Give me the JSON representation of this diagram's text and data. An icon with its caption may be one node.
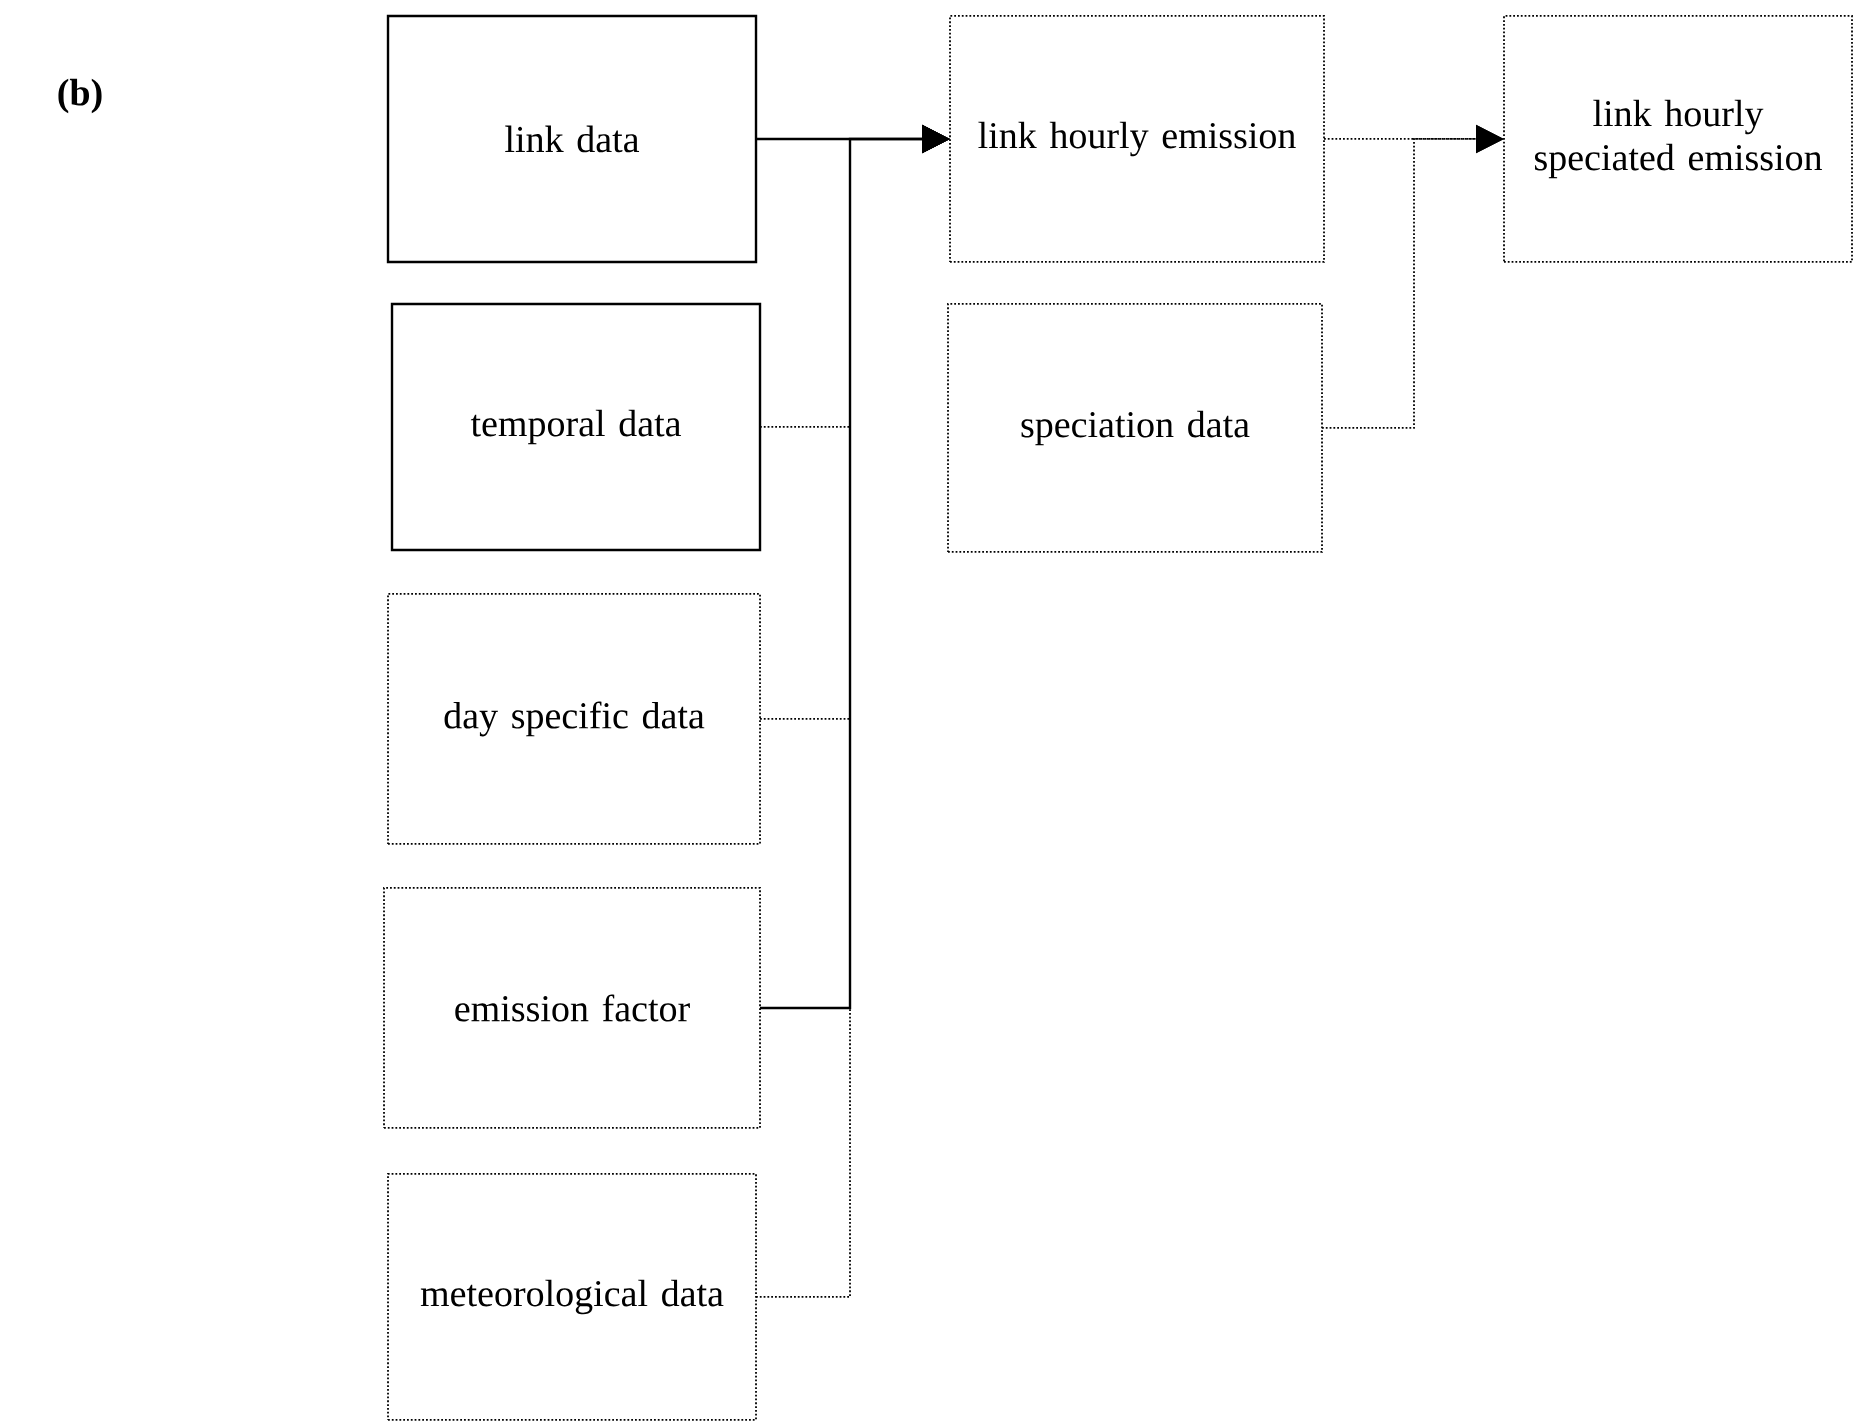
{
  "diagram": {
    "nodes": [
      {
        "text": [
          "link data"
        ]
      },
      {
        "text": [
          "link hourly emission"
        ]
      },
      {
        "text": [
          "link hourly speciated emission"
        ]
      },
      {
        "text": [
          "temporal data"
        ]
      },
      {
        "text": [
          "speciation data"
        ]
      },
      {
        "text": [
          "day specific data"
        ]
      },
      {
        "text": [
          "emission factor"
        ]
      },
      {
        "text": [
          "meteorological data"
        ]
      }
    ],
    "edges": [
      {
        "from": 0,
        "to": 1,
        "arrow": "to"
      },
      {
        "from": 3,
        "to": 1,
        "arrow": "to",
        "style": "dashed"
      },
      {
        "from": 5,
        "to": 1,
        "arrow": "to",
        "style": "dashed"
      },
      {
        "from": 6,
        "to": 1,
        "arrow": "to"
      },
      {
        "from": 7,
        "to": 1,
        "arrow": "to",
        "style": "dashed"
      },
      {
        "from": 1,
        "to": 2,
        "arrow": "to",
        "style": "dashed"
      },
      {
        "from": 4,
        "to": 2,
        "arrow": "to",
        "style": "dashed"
      }
    ],
    "labels": [
      "(b)"
    ]
  }
}
